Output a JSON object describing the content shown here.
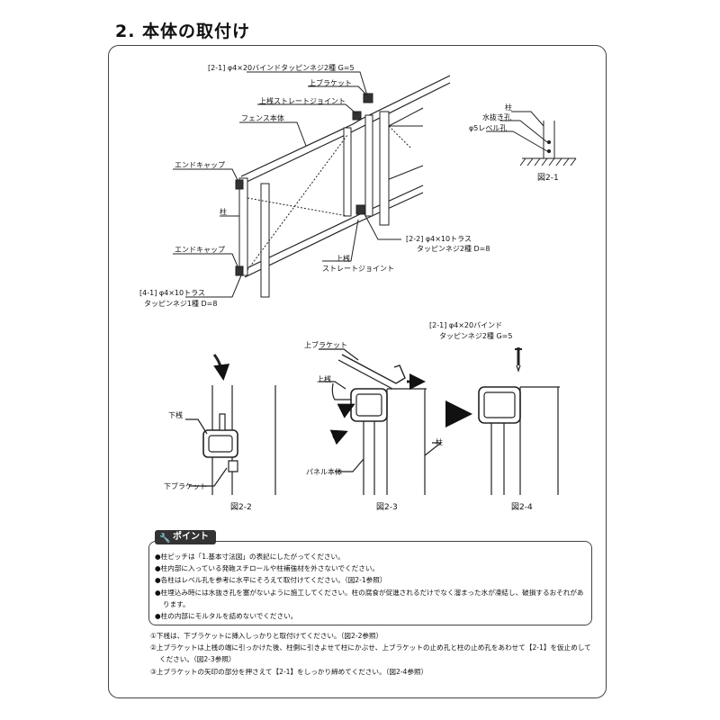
{
  "section_title": "2. 本体の取付け",
  "figure_main": {
    "labels": {
      "screw_2_1": "[2-1] φ4×20バインドタッピンネジ2種 G=5",
      "upper_bracket": "上ブラケット",
      "upper_rail_joint": "上桟ストレートジョイント",
      "fence_body": "フェンス本体",
      "end_cap_top": "エンドキャップ",
      "post": "柱",
      "end_cap_bottom": "エンドキャップ",
      "screw_2_2_line1": "[2-2] φ4×10トラス",
      "screw_2_2_line2": "タッピンネジ2種 D=8",
      "lower_joint_line1": "上桟",
      "lower_joint_line2": "ストレートジョイント",
      "screw_4_1_line1": "[4-1] φ4×10トラス",
      "screw_4_1_line2": "タッピンネジ1種 D=8"
    }
  },
  "figure_2_1": {
    "caption": "図2-1",
    "labels": {
      "post": "柱",
      "drain_hole": "水抜き孔",
      "level_hole": "φ5レベル孔"
    }
  },
  "figure_2_2": {
    "caption": "図2-2",
    "labels": {
      "lower_rail": "下桟",
      "lower_bracket": "下ブラケット"
    }
  },
  "figure_2_3": {
    "caption": "図2-3",
    "labels": {
      "upper_bracket": "上ブラケット",
      "upper_rail": "上桟",
      "panel_body": "パネル本体",
      "post": "柱"
    }
  },
  "figure_2_4": {
    "caption": "図2-4",
    "labels": {
      "screw_line1": "[2-1] φ4×20バインド",
      "screw_line2": "タッピンネジ2種 G=5"
    }
  },
  "point": {
    "tag": "ポイント",
    "items": [
      "●柱ピッチは「1.基本寸法図」の表記にしたがってください。",
      "●柱内部に入っている発砲スチロールや柱補強材を外さないでください。",
      "●各柱はレベル孔を参考に水平にそろえて取付けてください。（図2-1参照）",
      "●柱埋込み時には水抜き孔を塞がないように施工してください。柱の腐食が促進されるだけでなく溜まった水が凍結し、破損するおそれがあります。",
      "●柱の内部にモルタルを詰めないでください。"
    ]
  },
  "steps": [
    "①下桟は、下ブラケットに挿入しっかりと取付けてください。（図2-2参照）",
    "②上ブラケットは上桟の端に引っかけた後、柱側に引きよせて柱にかぶせ、上ブラケットの止め孔と柱の止め孔をあわせて【2-1】を仮止めしてください。（図2-3参照）",
    "③上ブラケットの矢印の部分を押さえて【2-1】をしっかり締めてください。（図2-4参照）"
  ]
}
